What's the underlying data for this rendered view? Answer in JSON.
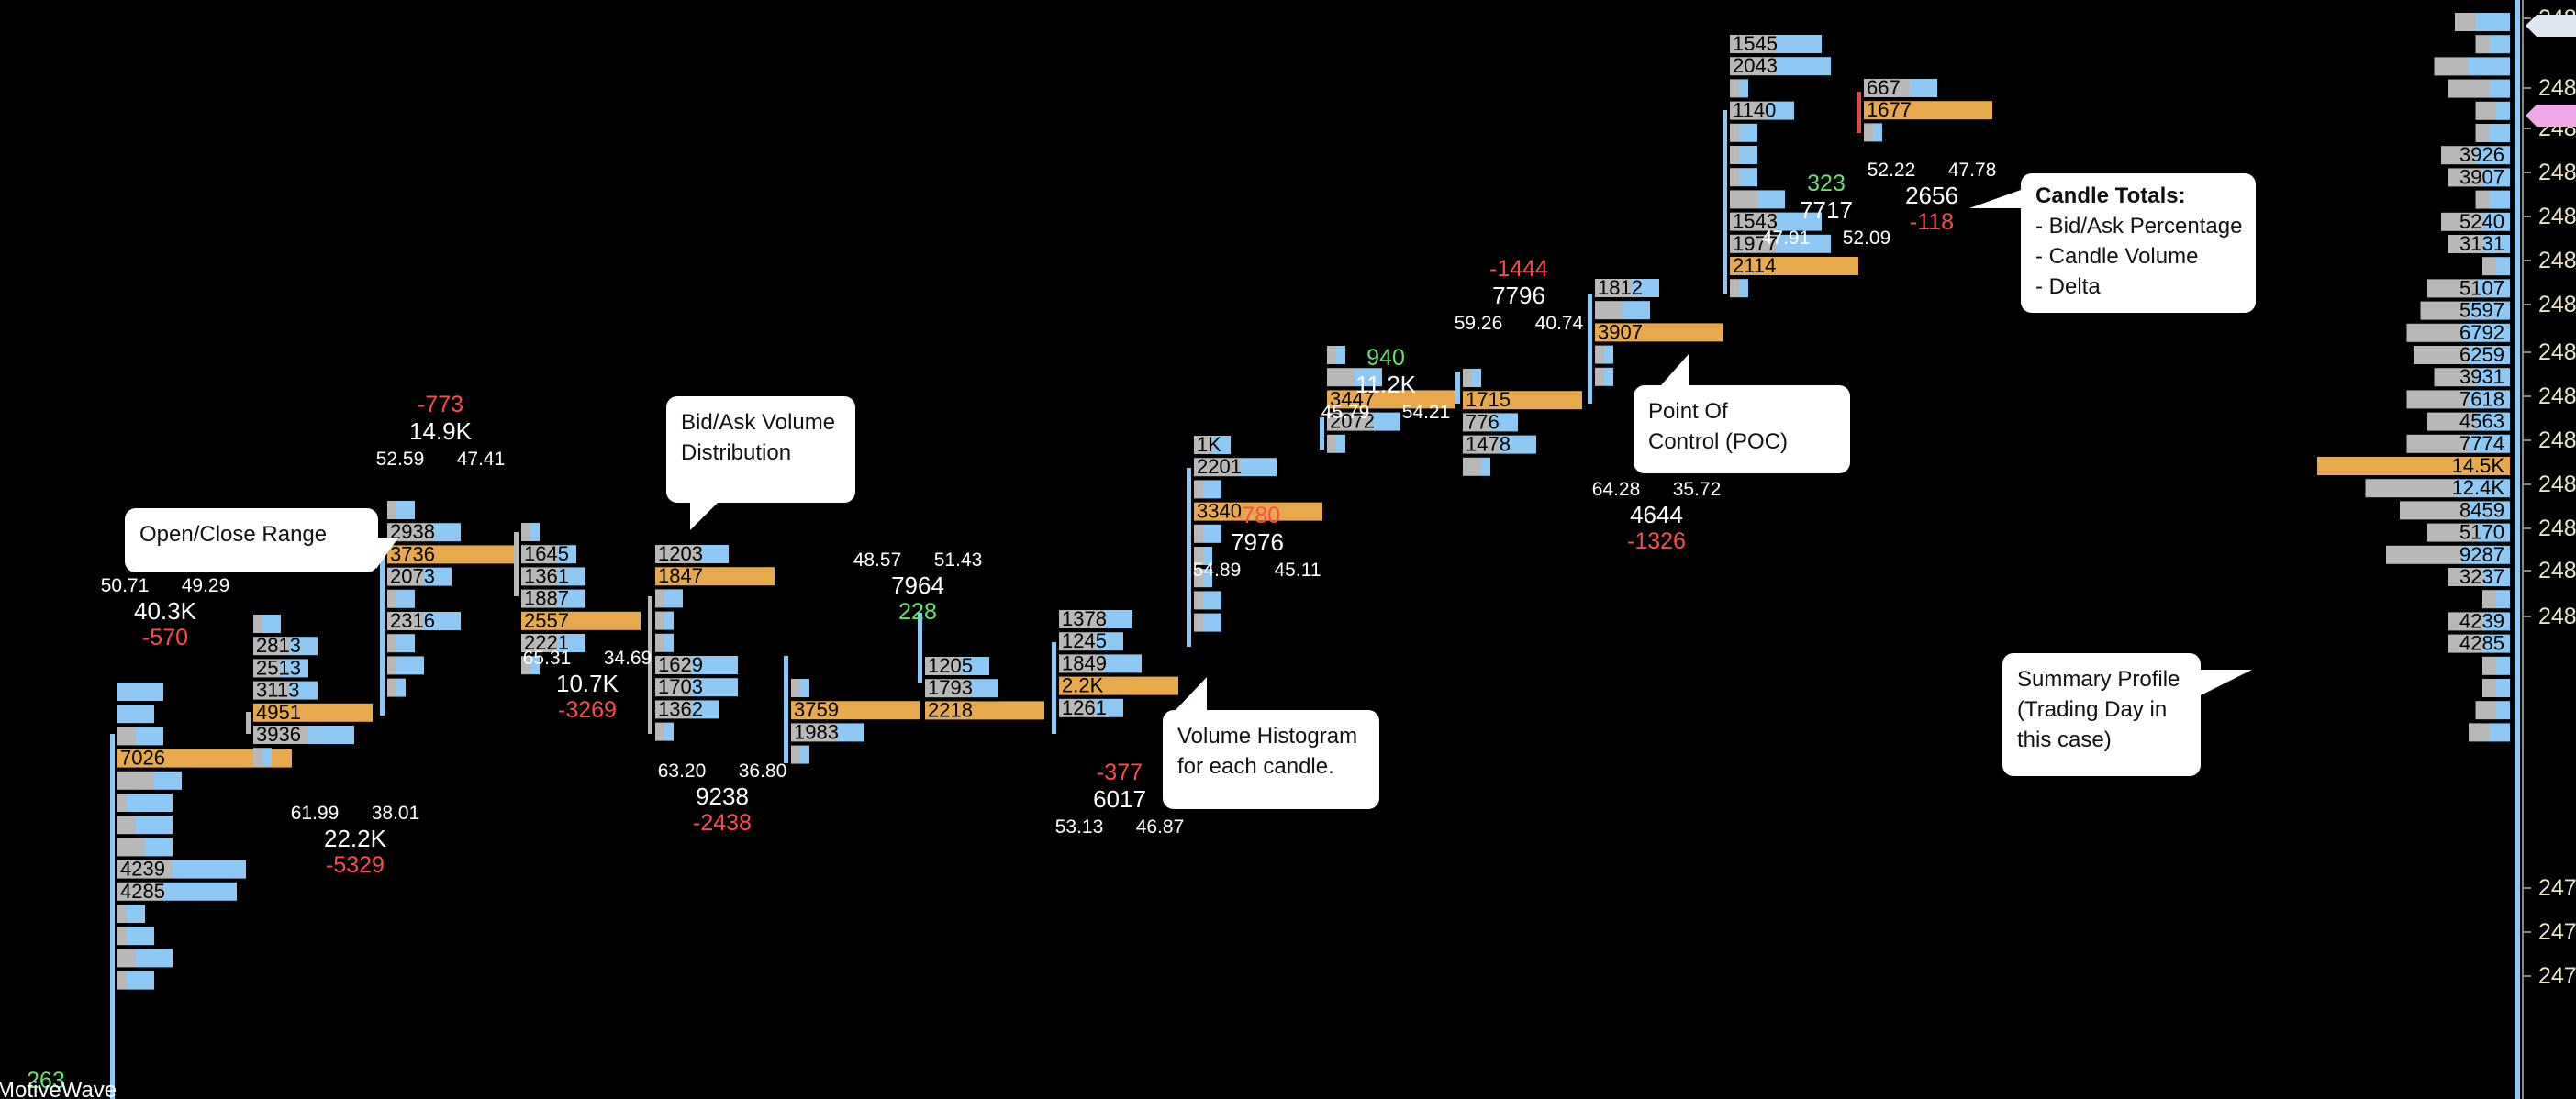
{
  "colors": {
    "ask": "#8ec8f4",
    "bid": "#b8b8b8",
    "poc": "#e7a94c",
    "range": "#8ec8f4",
    "rangeBear": "#e04848",
    "text": "#ffffff",
    "up": "#66e06e",
    "down": "#ff4a4a",
    "price": "#e9e5c4",
    "bg": "#000000"
  },
  "watermark": "MotiveWave",
  "callouts": {
    "open_close": {
      "lines": [
        "Open/Close Range"
      ]
    },
    "bidask": {
      "lines": [
        "Bid/Ask Volume",
        "Distribution"
      ]
    },
    "histogram": {
      "lines": [
        "Volume Histogram",
        "for each candle."
      ]
    },
    "poc": {
      "lines": [
        "Point Of",
        "Control (POC)"
      ]
    },
    "totals": {
      "title": "Candle Totals:",
      "lines": [
        "- Bid/Ask Percentage",
        "- Candle Volume",
        "- Delta"
      ]
    },
    "summary": {
      "lines": [
        "Summary Profile",
        "(Trading Day in",
        "this case)"
      ]
    }
  },
  "chart_data": {
    "type": "footprint",
    "price_axis": {
      "tick_labels": [
        "248",
        "248",
        "248",
        "248",
        "248",
        "248",
        "248",
        "248",
        "248",
        "248",
        "248",
        "248",
        "248",
        "248",
        "247",
        "247",
        "247"
      ]
    },
    "candles": [
      {
        "delta": "263",
        "volume": "",
        "bid_pct": "",
        "ask_pct": "",
        "levels": [
          {
            "bid": 0,
            "ask": 0.5,
            "label": ""
          },
          {
            "bid": 0,
            "ask": 0.4,
            "label": ""
          },
          {
            "bid": 0.2,
            "ask": 0.3,
            "label": ""
          },
          {
            "bid": 0.6,
            "ask": 1.3,
            "label": "7026",
            "poc": true
          },
          {
            "bid": 0.4,
            "ask": 0.3,
            "label": ""
          },
          {
            "bid": 0.1,
            "ask": 0.5,
            "label": ""
          },
          {
            "bid": 0.2,
            "ask": 0.4,
            "label": ""
          },
          {
            "bid": 0.3,
            "ask": 0.3,
            "label": ""
          },
          {
            "bid": 0.6,
            "ask": 0.8,
            "label": "4239"
          },
          {
            "bid": 0.5,
            "ask": 0.8,
            "label": "4285"
          },
          {
            "bid": 0.1,
            "ask": 0.2,
            "label": ""
          },
          {
            "bid": 0.1,
            "ask": 0.3,
            "label": ""
          },
          {
            "bid": 0.2,
            "ask": 0.4,
            "label": ""
          },
          {
            "bid": 0.1,
            "ask": 0.3,
            "label": ""
          }
        ]
      },
      {
        "delta": "-570",
        "volume": "40.3K",
        "bid_pct": "50.71",
        "ask_pct": "49.29",
        "levels": []
      },
      {
        "delta": "-5329",
        "volume": "22.2K",
        "bid_pct": "61.99",
        "ask_pct": "38.01",
        "levels": [
          {
            "bid": 0.1,
            "ask": 0.2,
            "label": ""
          },
          {
            "bid": 0.4,
            "ask": 0.3,
            "label": "2813"
          },
          {
            "bid": 0.3,
            "ask": 0.3,
            "label": "2513"
          },
          {
            "bid": 0.4,
            "ask": 0.3,
            "label": "3113"
          },
          {
            "bid": 0.8,
            "ask": 0.5,
            "label": "4951",
            "poc": true
          },
          {
            "bid": 0.6,
            "ask": 0.5,
            "label": "3936"
          },
          {
            "bid": 0.1,
            "ask": 0.1,
            "label": ""
          }
        ]
      },
      {
        "delta": "-773",
        "volume": "14.9K",
        "bid_pct": "52.59",
        "ask_pct": "47.41",
        "levels": [
          {
            "bid": 0.1,
            "ask": 0.2,
            "label": ""
          },
          {
            "bid": 0.5,
            "ask": 0.3,
            "label": "2938"
          },
          {
            "bid": 0.9,
            "ask": 0.5,
            "label": "3736",
            "poc": true
          },
          {
            "bid": 0.4,
            "ask": 0.3,
            "label": "2073"
          },
          {
            "bid": 0.1,
            "ask": 0.2,
            "label": ""
          },
          {
            "bid": 0.4,
            "ask": 0.4,
            "label": "2316"
          },
          {
            "bid": 0.1,
            "ask": 0.2,
            "label": ""
          },
          {
            "bid": 0.1,
            "ask": 0.3,
            "label": ""
          },
          {
            "bid": 0.1,
            "ask": 0.1,
            "label": ""
          }
        ]
      },
      {
        "delta": "-3269",
        "volume": "10.7K",
        "bid_pct": "65.31",
        "ask_pct": "34.69",
        "levels": [
          {
            "bid": 0.1,
            "ask": 0.1,
            "label": ""
          },
          {
            "bid": 0.4,
            "ask": 0.2,
            "label": "1645"
          },
          {
            "bid": 0.4,
            "ask": 0.3,
            "label": "1361"
          },
          {
            "bid": 0.4,
            "ask": 0.3,
            "label": "1887"
          },
          {
            "bid": 0.8,
            "ask": 0.5,
            "label": "2557",
            "poc": true
          },
          {
            "bid": 0.4,
            "ask": 0.3,
            "label": "2221"
          },
          {
            "bid": 0.1,
            "ask": 0.1,
            "label": ""
          }
        ]
      },
      {
        "delta": "-2438",
        "volume": "9238",
        "bid_pct": "63.20",
        "ask_pct": "36.80",
        "levels": [
          {
            "bid": 0.5,
            "ask": 0.3,
            "label": "1203"
          },
          {
            "bid": 0.8,
            "ask": 0.5,
            "label": "1847",
            "poc": true
          },
          {
            "bid": 0.1,
            "ask": 0.2,
            "label": ""
          },
          {
            "bid": 0.1,
            "ask": 0.1,
            "label": ""
          },
          {
            "bid": 0.1,
            "ask": 0.1,
            "label": ""
          },
          {
            "bid": 0.4,
            "ask": 0.5,
            "label": "1629"
          },
          {
            "bid": 0.4,
            "ask": 0.5,
            "label": "1703"
          },
          {
            "bid": 0.4,
            "ask": 0.3,
            "label": "1362"
          },
          {
            "bid": 0.1,
            "ask": 0.1,
            "label": ""
          }
        ]
      },
      {
        "delta": "228",
        "volume": "7964",
        "bid_pct": "48.57",
        "ask_pct": "51.43",
        "levels": [
          {
            "bid": 0.1,
            "ask": 0.1,
            "label": ""
          },
          {
            "bid": 0.8,
            "ask": 0.6,
            "label": "3759",
            "poc": true
          },
          {
            "bid": 0.5,
            "ask": 0.3,
            "label": "1983"
          },
          {
            "bid": 0.1,
            "ask": 0.1,
            "label": ""
          }
        ]
      },
      {
        "delta": "-377",
        "volume": "6017",
        "bid_pct": "53.13",
        "ask_pct": "46.87",
        "levels": [
          {
            "bid": 0.4,
            "ask": 0.3,
            "label": "1205"
          },
          {
            "bid": 0.5,
            "ask": 0.3,
            "label": "1793"
          },
          {
            "bid": 0.8,
            "ask": 0.5,
            "label": "2218",
            "poc": true
          }
        ]
      },
      {
        "delta": "-780",
        "volume": "7976",
        "bid_pct": "54.89",
        "ask_pct": "45.11",
        "levels": [
          {
            "bid": 0.5,
            "ask": 0.3,
            "label": "1378"
          },
          {
            "bid": 0.4,
            "ask": 0.3,
            "label": "1245"
          },
          {
            "bid": 0.5,
            "ask": 0.4,
            "label": "1849"
          },
          {
            "bid": 0.8,
            "ask": 0.5,
            "label": "2.2K",
            "poc": true
          },
          {
            "bid": 0.4,
            "ask": 0.3,
            "label": "1261"
          }
        ]
      },
      {
        "delta": "940",
        "volume": "11.2K",
        "bid_pct": "45.79",
        "ask_pct": "54.21",
        "levels": [
          {
            "bid": 0.2,
            "ask": 0.2,
            "label": "1K"
          },
          {
            "bid": 0.5,
            "ask": 0.4,
            "label": "2201"
          },
          {
            "bid": 0.1,
            "ask": 0.2,
            "label": ""
          },
          {
            "bid": 0.8,
            "ask": 0.6,
            "label": "3340",
            "poc": true
          },
          {
            "bid": 0.1,
            "ask": 0.2,
            "label": ""
          },
          {
            "bid": 0.1,
            "ask": 0.1,
            "label": ""
          },
          {
            "bid": 0.1,
            "ask": 0.1,
            "label": ""
          },
          {
            "bid": 0.1,
            "ask": 0.2,
            "label": ""
          },
          {
            "bid": 0.1,
            "ask": 0.2,
            "label": ""
          }
        ]
      },
      {
        "delta": "-1444",
        "volume": "7796",
        "bid_pct": "59.26",
        "ask_pct": "40.74",
        "levels": [
          {
            "bid": 0.1,
            "ask": 0.1,
            "label": ""
          },
          {
            "bid": 0.3,
            "ask": 0.3,
            "label": ""
          },
          {
            "bid": 0.8,
            "ask": 0.6,
            "label": "3447",
            "poc": true
          },
          {
            "bid": 0.5,
            "ask": 0.3,
            "label": "2072"
          },
          {
            "bid": 0.1,
            "ask": 0.1,
            "label": ""
          }
        ]
      },
      {
        "delta": "-1326",
        "volume": "4644",
        "bid_pct": "64.28",
        "ask_pct": "35.72",
        "levels": [
          {
            "bid": 0.1,
            "ask": 0.1,
            "label": ""
          },
          {
            "bid": 0.8,
            "ask": 0.5,
            "label": "1715",
            "poc": true
          },
          {
            "bid": 0.3,
            "ask": 0.3,
            "label": "776"
          },
          {
            "bid": 0.4,
            "ask": 0.4,
            "label": "1478"
          },
          {
            "bid": 0.2,
            "ask": 0.1,
            "label": ""
          }
        ]
      },
      {
        "delta": "323",
        "volume": "7717",
        "bid_pct": "47.91",
        "ask_pct": "52.09",
        "levels": [
          {
            "bid": 0.4,
            "ask": 0.3,
            "label": "1812"
          },
          {
            "bid": 0.3,
            "ask": 0.3,
            "label": ""
          },
          {
            "bid": 0.8,
            "ask": 0.6,
            "label": "3907",
            "poc": true
          },
          {
            "bid": 0.1,
            "ask": 0.1,
            "label": ""
          },
          {
            "bid": 0.1,
            "ask": 0.1,
            "label": ""
          }
        ]
      },
      {
        "delta": "",
        "volume": "",
        "bid_pct": "",
        "ask_pct": "",
        "levels": [
          {
            "bid": 0.5,
            "ask": 0.5,
            "label": "1545"
          },
          {
            "bid": 0.5,
            "ask": 0.6,
            "label": "2043"
          },
          {
            "bid": 0.1,
            "ask": 0.1,
            "label": ""
          },
          {
            "bid": 0.4,
            "ask": 0.3,
            "label": "1140"
          },
          {
            "bid": 0.1,
            "ask": 0.2,
            "label": ""
          },
          {
            "bid": 0.1,
            "ask": 0.2,
            "label": ""
          },
          {
            "bid": 0.1,
            "ask": 0.2,
            "label": ""
          },
          {
            "bid": 0.3,
            "ask": 0.3,
            "label": ""
          },
          {
            "bid": 0.5,
            "ask": 0.5,
            "label": "1543"
          },
          {
            "bid": 0.5,
            "ask": 0.6,
            "label": "1977"
          },
          {
            "bid": 0.9,
            "ask": 0.5,
            "label": "2114",
            "poc": true
          },
          {
            "bid": 0.1,
            "ask": 0.1,
            "label": ""
          }
        ]
      },
      {
        "delta": "-118",
        "volume": "2656",
        "bid_pct": "52.22",
        "ask_pct": "47.78",
        "levels": [
          {
            "bid": 0.5,
            "ask": 0.3,
            "label": "667"
          },
          {
            "bid": 0.8,
            "ask": 0.6,
            "label": "1677",
            "poc": true
          },
          {
            "bid": 0.1,
            "ask": 0.1,
            "label": ""
          }
        ]
      }
    ],
    "summary_profile": [
      {
        "bid": 0.3,
        "ask": 0.5,
        "label": ""
      },
      {
        "bid": 0.2,
        "ask": 0.3,
        "label": ""
      },
      {
        "bid": 0.5,
        "ask": 0.6,
        "label": ""
      },
      {
        "bid": 0.6,
        "ask": 0.3,
        "label": ""
      },
      {
        "bid": 0.3,
        "ask": 0.2,
        "label": ""
      },
      {
        "bid": 0.2,
        "ask": 0.3,
        "label": ""
      },
      {
        "bid": 0.5,
        "ask": 0.5,
        "label": "3926"
      },
      {
        "bid": 0.5,
        "ask": 0.4,
        "label": "3907"
      },
      {
        "bid": 0.2,
        "ask": 0.3,
        "label": ""
      },
      {
        "bid": 0.6,
        "ask": 0.4,
        "label": "5240"
      },
      {
        "bid": 0.5,
        "ask": 0.4,
        "label": "3131"
      },
      {
        "bid": 0.2,
        "ask": 0.2,
        "label": ""
      },
      {
        "bid": 0.7,
        "ask": 0.5,
        "label": "5107"
      },
      {
        "bid": 0.7,
        "ask": 0.6,
        "label": "5597"
      },
      {
        "bid": 0.8,
        "ask": 0.7,
        "label": "6792"
      },
      {
        "bid": 0.8,
        "ask": 0.6,
        "label": "6259"
      },
      {
        "bid": 0.6,
        "ask": 0.5,
        "label": "3931"
      },
      {
        "bid": 0.9,
        "ask": 0.6,
        "label": "7618"
      },
      {
        "bid": 0.7,
        "ask": 0.5,
        "label": "4563"
      },
      {
        "bid": 0.9,
        "ask": 0.6,
        "label": "7774"
      },
      {
        "bid": 1.8,
        "ask": 1.0,
        "label": "14.5K",
        "poc": true
      },
      {
        "bid": 1.3,
        "ask": 0.8,
        "label": "12.4K"
      },
      {
        "bid": 1.0,
        "ask": 0.6,
        "label": "8459"
      },
      {
        "bid": 0.7,
        "ask": 0.5,
        "label": "5170"
      },
      {
        "bid": 1.1,
        "ask": 0.7,
        "label": "9287"
      },
      {
        "bid": 0.5,
        "ask": 0.4,
        "label": "3237"
      },
      {
        "bid": 0.2,
        "ask": 0.2,
        "label": ""
      },
      {
        "bid": 0.5,
        "ask": 0.4,
        "label": "4239"
      },
      {
        "bid": 0.5,
        "ask": 0.4,
        "label": "4285"
      },
      {
        "bid": 0.2,
        "ask": 0.2,
        "label": ""
      },
      {
        "bid": 0.2,
        "ask": 0.2,
        "label": ""
      },
      {
        "bid": 0.3,
        "ask": 0.2,
        "label": ""
      },
      {
        "bid": 0.3,
        "ask": 0.3,
        "label": ""
      }
    ]
  }
}
